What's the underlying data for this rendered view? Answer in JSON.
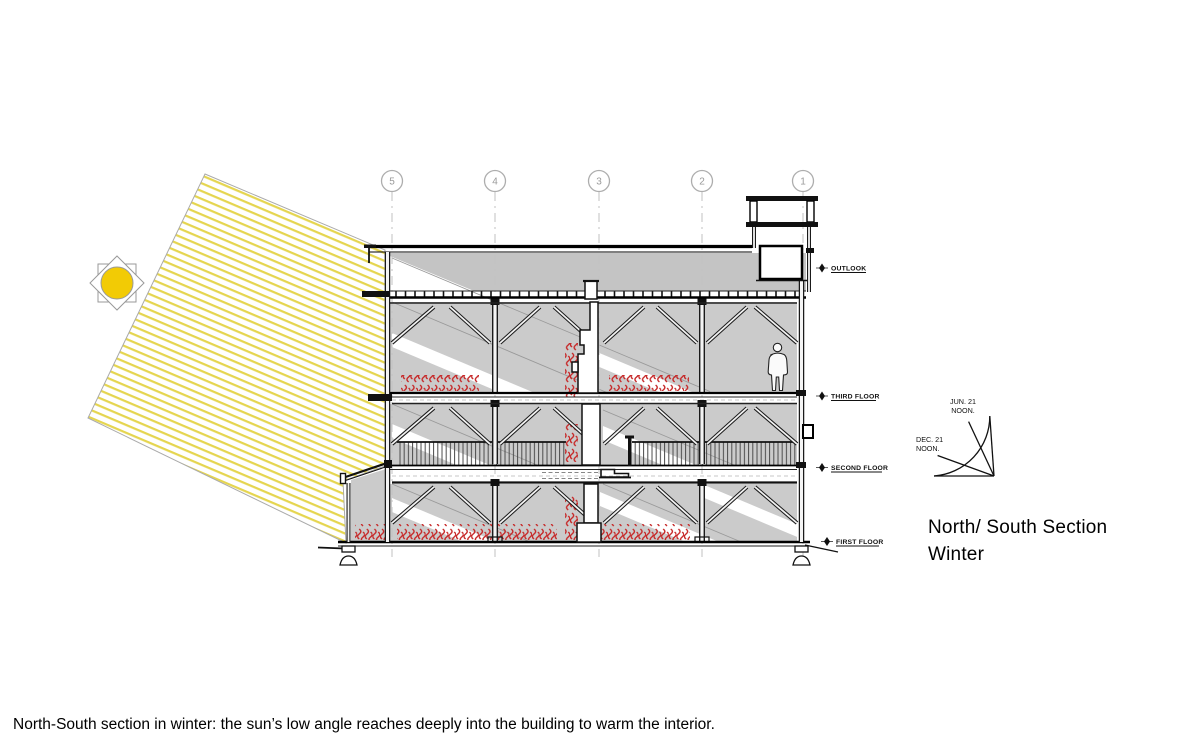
{
  "caption": "North-South section in winter: the sun’s low angle reaches deeply into the building to warm the interior.",
  "title": {
    "line1": "North/ South Section",
    "line2": "Winter"
  },
  "grid": [
    "5",
    "4",
    "3",
    "2",
    "1"
  ],
  "levels": [
    {
      "label": "OUTLOOK"
    },
    {
      "label": "THIRD FLOOR"
    },
    {
      "label": "SECOND FLOOR"
    },
    {
      "label": "FIRST FLOOR"
    }
  ],
  "fan": {
    "summer1": "JUN. 21",
    "summer2": "NOON.",
    "winter1": "DEC. 21",
    "winter2": "NOON."
  },
  "colors": {
    "sun": "#F2CB05",
    "sun_rays": "#E5D54F",
    "heat_waves": "#C62828",
    "light_shading": "#CBCBCB"
  }
}
